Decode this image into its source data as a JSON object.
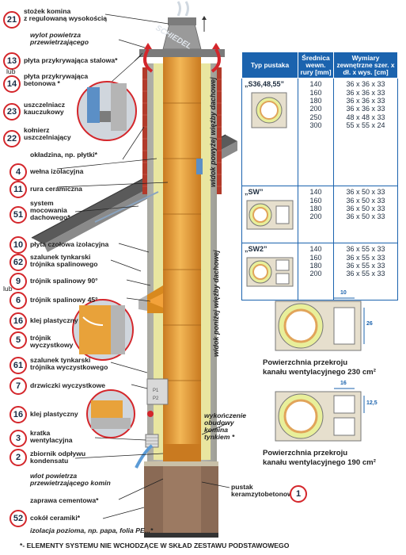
{
  "labels": {
    "l21": "stożek komina\nz regulowaną wysokością",
    "wylot": "wylot powietrza\nprzewietrzającego",
    "l13": "płyta przykrywająca stalowa*",
    "lub1": "lub",
    "l14": "płyta przykrywająca\nbetonowa *",
    "l23": "uszczelniacz\nkauczukowy",
    "l22": "kołnierz\nuszczelniający",
    "okladzina": "okładzina, np. płytki*",
    "l4": "wełna izolacyjna",
    "l11": "rura ceramiczna",
    "l51": "system\nmocowania\ndachowego*",
    "l10": "płyta czołowa izolacyjna",
    "l62": "szalunek tynkarski\ntrójnika spalinowego",
    "lub2": "lub",
    "l9": "trójnik spalinowy 90°",
    "l6": "trójnik spalinowy 45°",
    "l16a": "klej plastyczny",
    "l5": "trójnik\nwyczystkowy",
    "l61": "szalunek tynkarski\ntrójnika wyczystkowego",
    "l7": "drzwiczki wyczystkowe",
    "l16b": "klej plastyczny",
    "l3": "kratka\nwentylacyjna",
    "l2": "zbiornik odpływu\nkondensatu",
    "wlot": "wlot powietrza\nprzewietrzającego komin",
    "zaprawa": "zaprawa cementowa*",
    "l52": "cokół ceramiki*",
    "izolacja": "izolacja pozioma, np. papa, folia PE...*",
    "wykonczenie": "wykończenie\nobudowy\nkomina\ntynkiem *",
    "l1": "pustak\nkeramzytobetonowy",
    "widok_above": "widok powyżej więźby dachowej",
    "widok_below": "widok poniżej więźby dachowej",
    "brand": "SCHIEDEL"
  },
  "numbers": {
    "n21": "21",
    "n13": "13",
    "n14": "14",
    "n23": "23",
    "n22": "22",
    "n4": "4",
    "n11": "11",
    "n51": "51",
    "n10": "10",
    "n62": "62",
    "n9": "9",
    "n6": "6",
    "n16a": "16",
    "n5": "5",
    "n61": "61",
    "n7": "7",
    "n16b": "16",
    "n3": "3",
    "n2": "2",
    "n52": "52",
    "n1": "1"
  },
  "table": {
    "headers": [
      "Typ pustaka",
      "Średnica wewn. rury [mm]",
      "Wymiary zewnętrzne szer. x dł. x wys. [cm]"
    ],
    "groups": [
      {
        "type": "„S36,48,55”",
        "diameters": [
          "140",
          "160",
          "180",
          "200",
          "250",
          "300"
        ],
        "dims": [
          "36 x 36 x 33",
          "36 x 36 x 33",
          "36 x 36 x 33",
          "36 x 36 x 33",
          "48 x 48 x 33",
          "55 x 55 x 24"
        ]
      },
      {
        "type": "„SW”",
        "diameters": [
          "140",
          "160",
          "180",
          "200"
        ],
        "dims": [
          "36 x 50 x 33",
          "36 x 50 x 33",
          "36 x 50 x 33",
          "36 x 50 x 33"
        ]
      },
      {
        "type": "„SW2”",
        "diameters": [
          "140",
          "160",
          "180",
          "200"
        ],
        "dims": [
          "36 x 55 x 33",
          "36 x 55 x 33",
          "36 x 55 x 33",
          "36 x 55 x 33"
        ]
      }
    ]
  },
  "sections": {
    "s1_dim_top": "10",
    "s1_dim_side": "26",
    "s1_caption": "Powierzchnia przekroju\nkanału wentylacyjnego 230 cm²",
    "s2_dim_top": "16",
    "s2_dim_side": "12,5",
    "s2_caption": "Powierzchnia przekroju\nkanału wentylacyjnego 190 cm²"
  },
  "footer": "*- ELEMENTY SYSTEMU NIE WCHODZĄCE W SKŁAD ZESTAWU PODSTAWOWEGO",
  "colors": {
    "accent_red": "#d4262b",
    "table_blue": "#1b63ae",
    "flue_orange": "#e8a23a",
    "insulation_yellow": "#e9e6a0",
    "shell_grey": "#b8b8b0",
    "base_brown": "#8a6a55"
  }
}
